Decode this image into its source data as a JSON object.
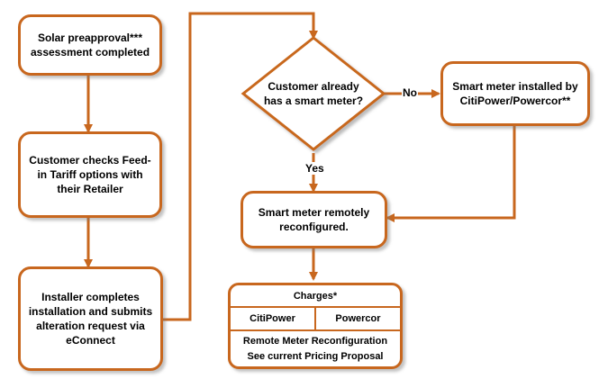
{
  "nodes": {
    "solar_preapproval": "Solar preapproval*** assessment completed",
    "customer_checks": "Customer checks Feed-in Tariff options with their Retailer",
    "installer_completes": "Installer completes installation and submits alteration request via eConnect",
    "decision_smart_meter": "Customer already has a smart meter?",
    "meter_installed": "Smart meter installed by CitiPower/Powercor**",
    "meter_reconfigured": "Smart meter remotely reconfigured."
  },
  "edge_labels": {
    "no": "No",
    "yes": "Yes"
  },
  "charges": {
    "title": "Charges*",
    "col1": "CitiPower",
    "col2": "Powercor",
    "line1": "Remote Meter Reconfiguration",
    "line2": "See current Pricing Proposal"
  },
  "colors": {
    "accent": "#c8671e"
  }
}
